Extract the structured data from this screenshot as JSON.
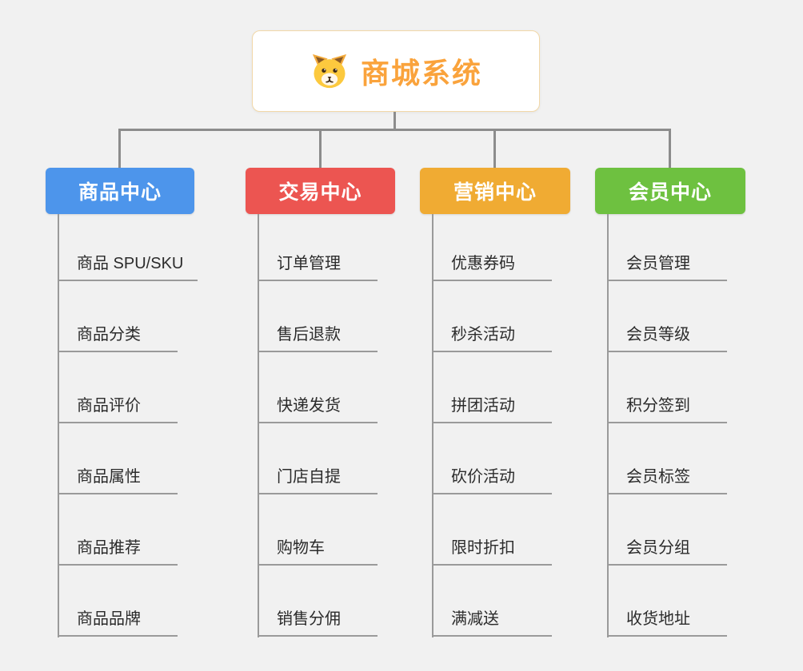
{
  "canvas": {
    "background_color": "#f1f1f1",
    "connector_color": "#8c8c8c"
  },
  "root": {
    "title": "商城系统",
    "title_color": "#faa33c",
    "border_color": "#f2d8a8",
    "icon": "dog-face-icon"
  },
  "branches": [
    {
      "label": "商品中心",
      "color": "#4d95eb",
      "children": [
        "商品 SPU/SKU",
        "商品分类",
        "商品评价",
        "商品属性",
        "商品推荐",
        "商品品牌"
      ]
    },
    {
      "label": "交易中心",
      "color": "#ec5551",
      "children": [
        "订单管理",
        "售后退款",
        "快递发货",
        "门店自提",
        "购物车",
        "销售分佣"
      ]
    },
    {
      "label": "营销中心",
      "color": "#f0ab33",
      "children": [
        "优惠券码",
        "秒杀活动",
        "拼团活动",
        "砍价活动",
        "限时折扣",
        "满减送"
      ]
    },
    {
      "label": "会员中心",
      "color": "#6ec140",
      "children": [
        "会员管理",
        "会员等级",
        "积分签到",
        "会员标签",
        "会员分组",
        "收货地址"
      ]
    }
  ]
}
